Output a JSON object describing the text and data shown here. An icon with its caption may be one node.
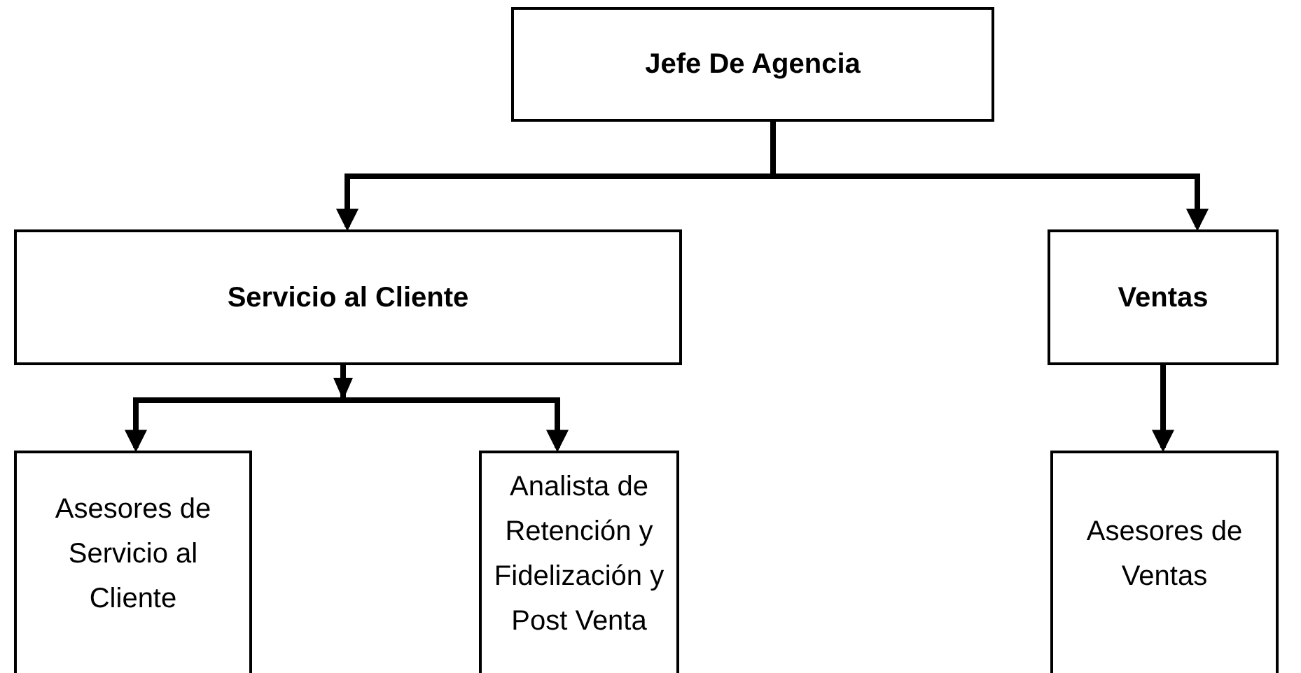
{
  "diagram": {
    "nodes": [
      {
        "text": [
          "Jefe De Agencia"
        ]
      },
      {
        "text": [
          "Servicio al Cliente"
        ]
      },
      {
        "text": [
          "Ventas"
        ]
      },
      {
        "text": [
          "Asesores de Servicio al Cliente"
        ]
      },
      {
        "text": [
          "Analista de Retención y Fidelización  y Post Venta"
        ]
      },
      {
        "text": [
          "Asesores de Ventas"
        ]
      }
    ],
    "edges": [
      {
        "from": 0,
        "to": 1,
        "arrow": "to"
      },
      {
        "from": 0,
        "to": 2,
        "arrow": "to"
      },
      {
        "from": 1,
        "to": 3,
        "arrow": "to"
      },
      {
        "from": 1,
        "to": 4,
        "arrow": "to"
      },
      {
        "from": 2,
        "to": 5,
        "arrow": "to"
      }
    ]
  }
}
